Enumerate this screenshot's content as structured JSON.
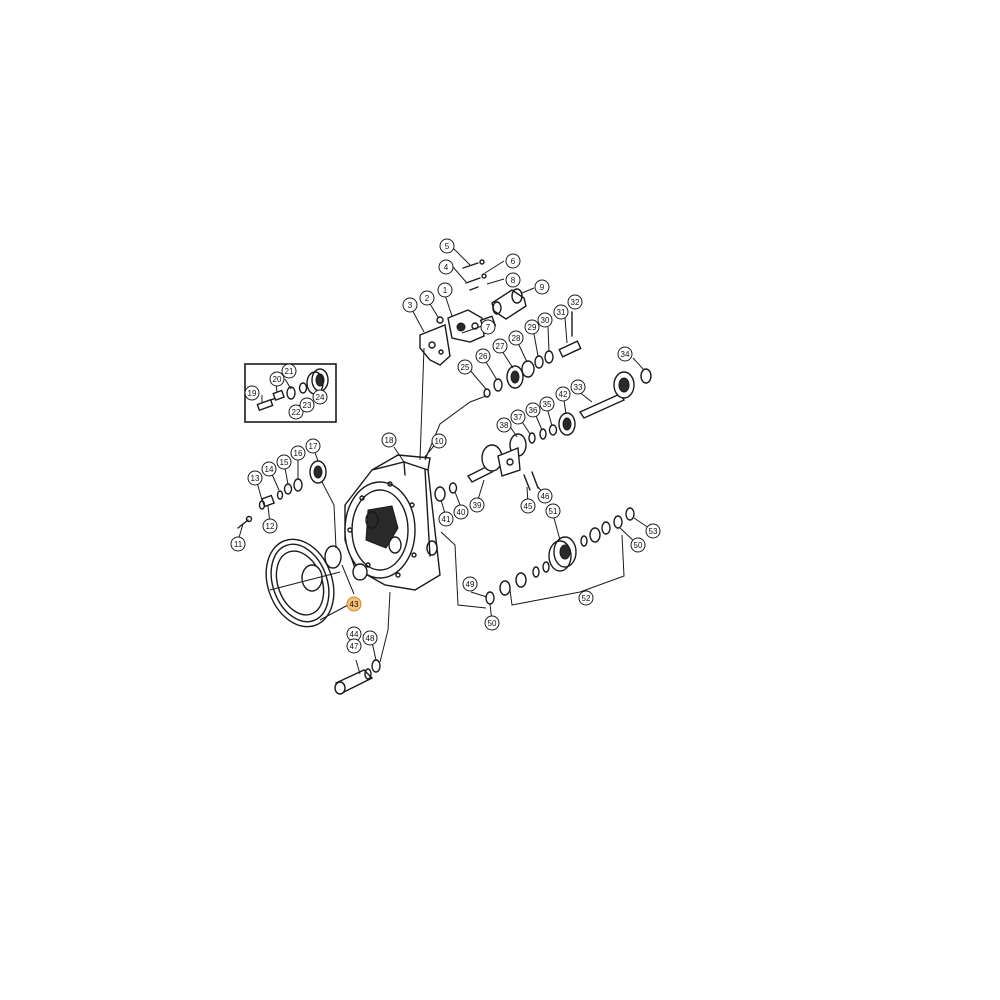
{
  "highlight_color": "#f6c27a",
  "highlighted_part": "43",
  "callouts": [
    {
      "id": "c1",
      "label": "1"
    },
    {
      "id": "c2",
      "label": "2"
    },
    {
      "id": "c3",
      "label": "3"
    },
    {
      "id": "c4",
      "label": "4"
    },
    {
      "id": "c5",
      "label": "5"
    },
    {
      "id": "c6",
      "label": "6"
    },
    {
      "id": "c7",
      "label": "7"
    },
    {
      "id": "c8",
      "label": "8"
    },
    {
      "id": "c9",
      "label": "9"
    },
    {
      "id": "c10",
      "label": "10"
    },
    {
      "id": "c11",
      "label": "11"
    },
    {
      "id": "c12",
      "label": "12"
    },
    {
      "id": "c13",
      "label": "13"
    },
    {
      "id": "c14",
      "label": "14"
    },
    {
      "id": "c15",
      "label": "15"
    },
    {
      "id": "c16",
      "label": "16"
    },
    {
      "id": "c17",
      "label": "17"
    },
    {
      "id": "c18",
      "label": "18"
    },
    {
      "id": "c19",
      "label": "19"
    },
    {
      "id": "c20",
      "label": "20"
    },
    {
      "id": "c21",
      "label": "21"
    },
    {
      "id": "c22",
      "label": "22"
    },
    {
      "id": "c23",
      "label": "23"
    },
    {
      "id": "c24",
      "label": "24"
    },
    {
      "id": "c25",
      "label": "25"
    },
    {
      "id": "c26",
      "label": "26"
    },
    {
      "id": "c27",
      "label": "27"
    },
    {
      "id": "c28",
      "label": "28"
    },
    {
      "id": "c29",
      "label": "29"
    },
    {
      "id": "c30",
      "label": "30"
    },
    {
      "id": "c31",
      "label": "31"
    },
    {
      "id": "c32",
      "label": "32"
    },
    {
      "id": "c33",
      "label": "33"
    },
    {
      "id": "c34",
      "label": "34"
    },
    {
      "id": "c35",
      "label": "35"
    },
    {
      "id": "c36",
      "label": "36"
    },
    {
      "id": "c37",
      "label": "37"
    },
    {
      "id": "c38",
      "label": "38"
    },
    {
      "id": "c39",
      "label": "39"
    },
    {
      "id": "c40",
      "label": "40"
    },
    {
      "id": "c41",
      "label": "41"
    },
    {
      "id": "c42",
      "label": "42"
    },
    {
      "id": "c43",
      "label": "43"
    },
    {
      "id": "c44",
      "label": "44"
    },
    {
      "id": "c45",
      "label": "45"
    },
    {
      "id": "c46",
      "label": "46"
    },
    {
      "id": "c47",
      "label": "47"
    },
    {
      "id": "c48",
      "label": "48"
    },
    {
      "id": "c49",
      "label": "49"
    },
    {
      "id": "c50a",
      "label": "50"
    },
    {
      "id": "c50b",
      "label": "50"
    },
    {
      "id": "c51",
      "label": "51"
    },
    {
      "id": "c52",
      "label": "52"
    },
    {
      "id": "c53",
      "label": "53"
    }
  ]
}
